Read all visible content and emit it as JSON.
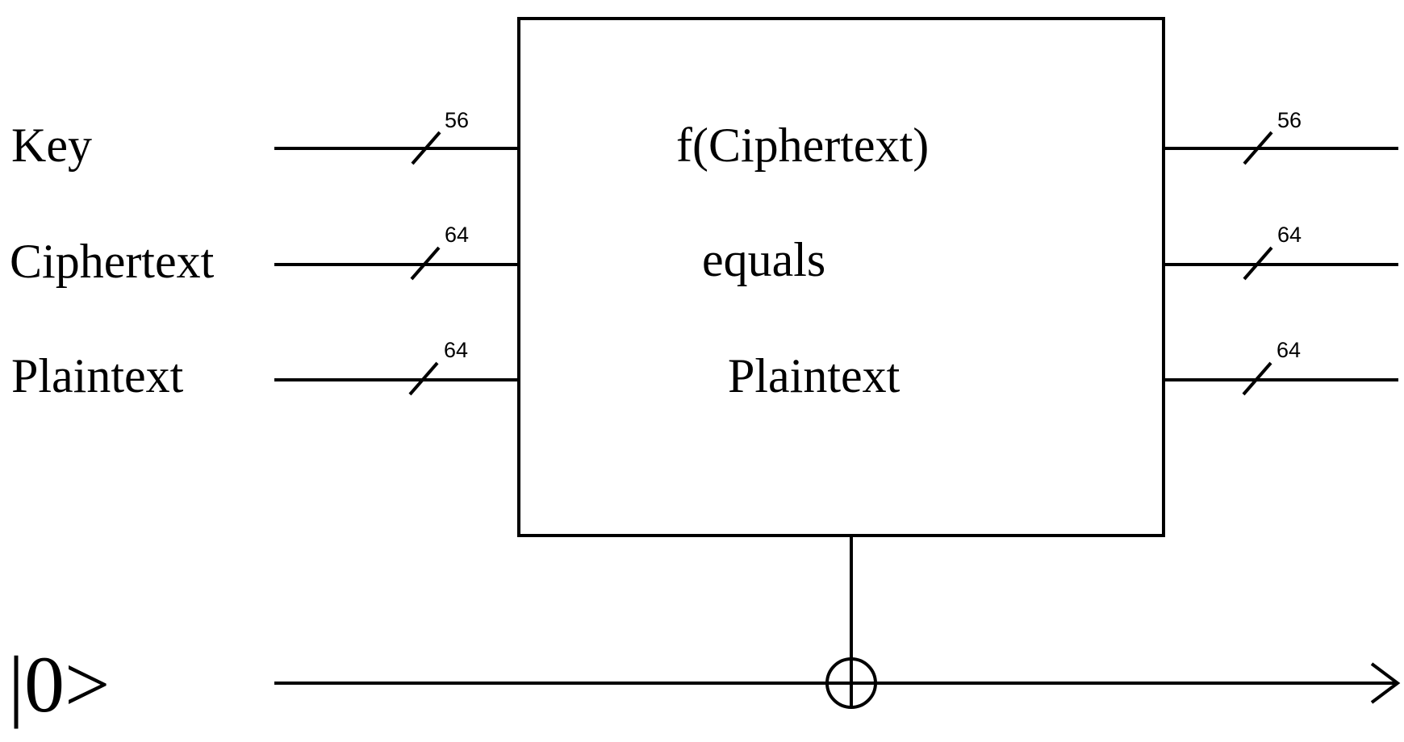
{
  "registers": [
    {
      "label": "Key",
      "input_bits": "56",
      "output_bits": "56"
    },
    {
      "label": "Ciphertext",
      "input_bits": "64",
      "output_bits": "64"
    },
    {
      "label": "Plaintext",
      "input_bits": "64",
      "output_bits": "64"
    }
  ],
  "ancilla": {
    "label": "|0>",
    "gate": "CNOT target (XOR)"
  },
  "oracle": {
    "lines": [
      "f(Ciphertext)",
      "equals",
      "Plaintext"
    ]
  },
  "colors": {
    "stroke": "#000000",
    "background": "#ffffff"
  }
}
